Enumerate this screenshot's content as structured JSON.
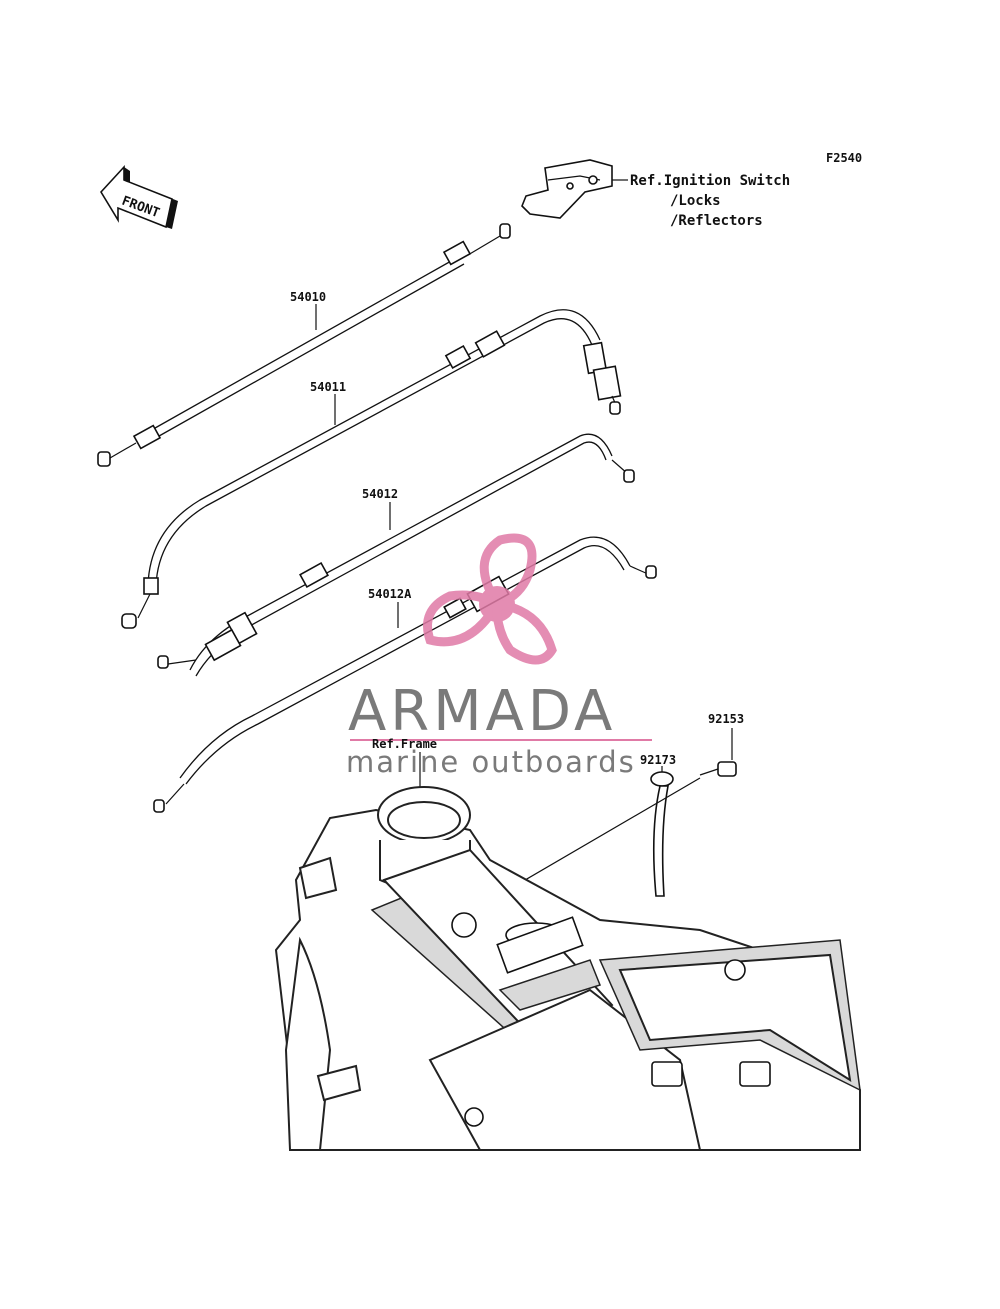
{
  "figure_code": "F2540",
  "front_arrow_label": "FRONT",
  "callouts": {
    "p54010": "54010",
    "p54011": "54011",
    "p54012": "54012",
    "p54012A": "54012A",
    "p92153": "92153",
    "p92173": "92173"
  },
  "references": {
    "ignition_line1": "Ref.Ignition Switch",
    "ignition_line2": "/Locks",
    "ignition_line3": "/Reflectors",
    "frame": "Ref.Frame"
  },
  "watermark": {
    "brand": "ARMADA",
    "tagline": "marine outboards",
    "logo_color": "#e07aa6",
    "text_color": "#7a7a7a"
  }
}
